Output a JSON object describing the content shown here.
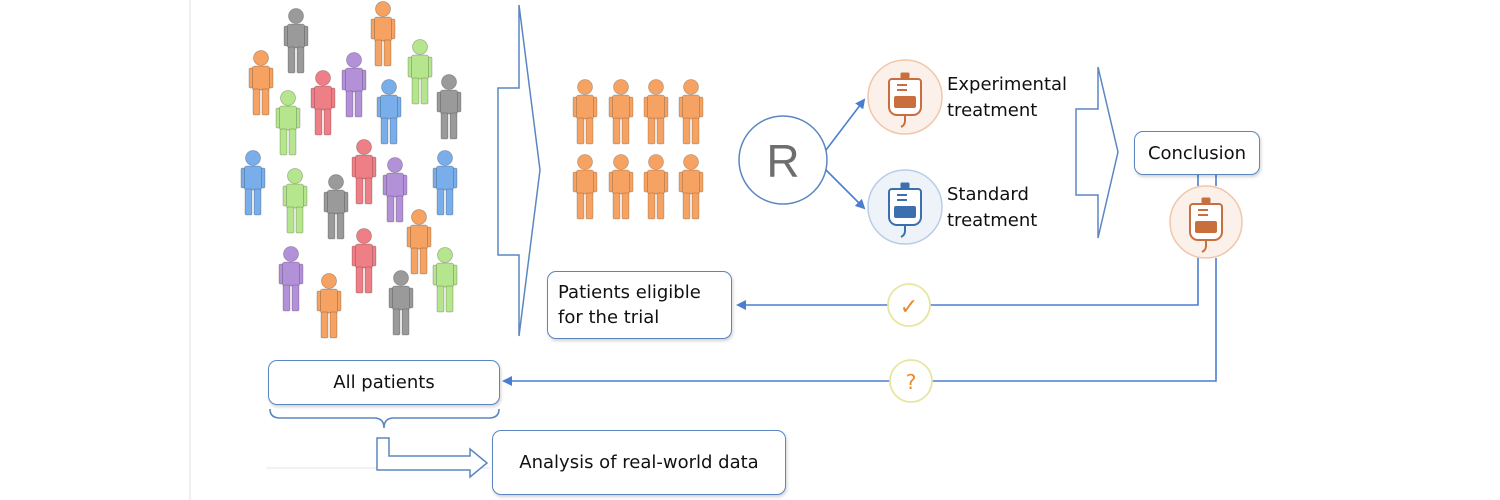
{
  "labels": {
    "experimental_treatment": "Experimental\ntreatment",
    "standard_treatment": "Standard\ntreatment",
    "conclusion": "Conclusion",
    "patients_eligible": "Patients eligible\nfor the trial",
    "all_patients": "All patients",
    "analysis": "Analysis of real-world data",
    "randomization": "R",
    "check_mark": "✓",
    "question_mark": "?"
  },
  "colors": {
    "arrow_blue": "#4a7fd0",
    "box_border": "#5b86c2",
    "person_orange": "#f5a262",
    "person_gray": "#9a9a9a",
    "person_green": "#b5e58c",
    "person_purple": "#b391d8",
    "person_red": "#ef7f86",
    "person_blue": "#7aaeea",
    "bag_orange": "#c96f3d",
    "bag_blue": "#3c6fae"
  },
  "icons": {
    "experimental_bag": "iv-bag-icon",
    "standard_bag": "iv-bag-icon",
    "conclusion_bag": "iv-bag-icon",
    "people": "person-icon"
  }
}
